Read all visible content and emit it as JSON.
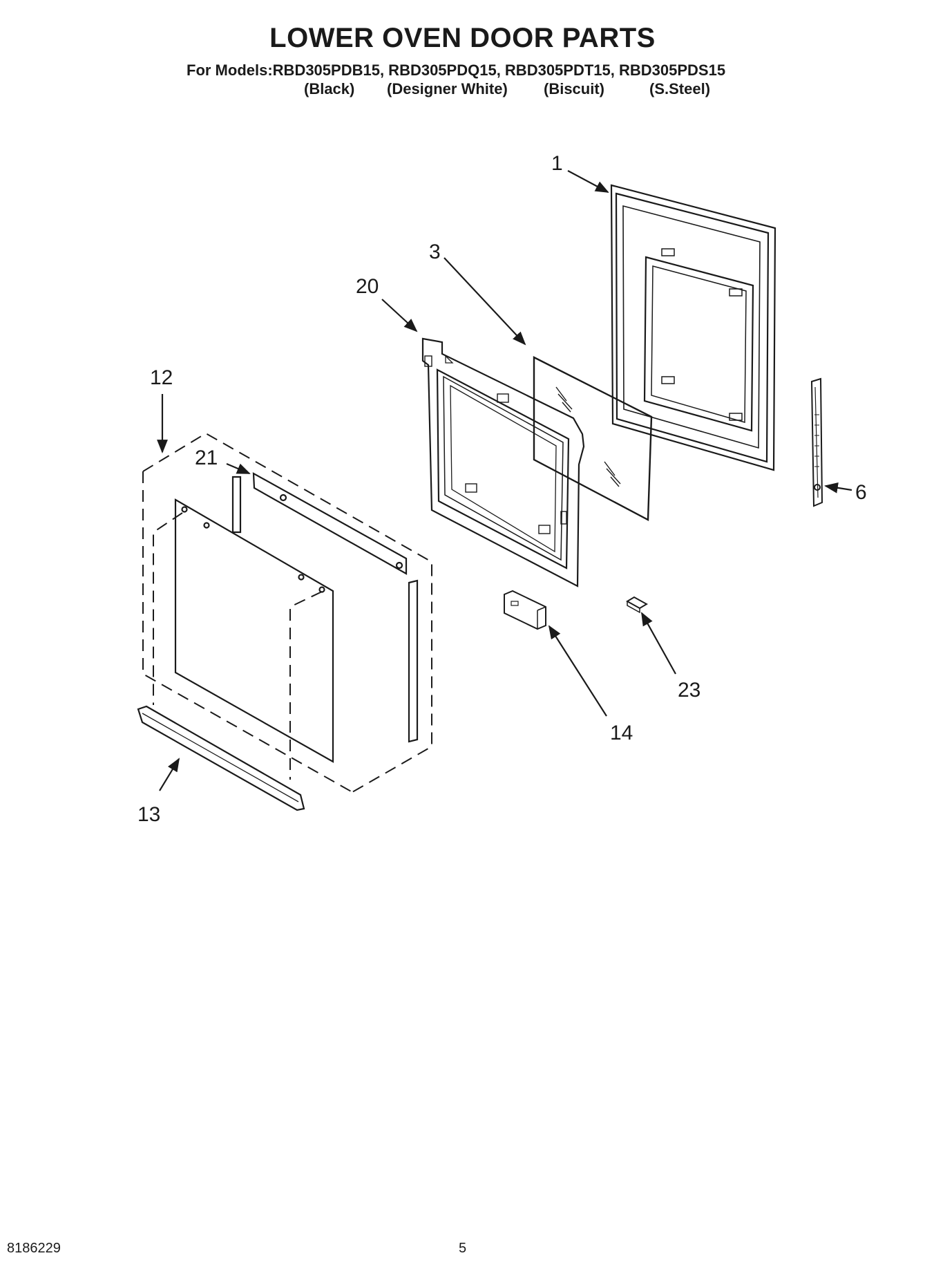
{
  "header": {
    "title": "LOWER OVEN DOOR PARTS",
    "models_line": "For Models:RBD305PDB15, RBD305PDQ15, RBD305PDT15, RBD305PDS15",
    "variants": [
      "(Black)",
      "(Designer White)",
      "(Biscuit)",
      "(S.Steel)"
    ]
  },
  "callouts": [
    "1",
    "3",
    "20",
    "12",
    "21",
    "6",
    "14",
    "23",
    "13"
  ],
  "footer": {
    "doc_number": "8186229",
    "page_number": "5"
  }
}
